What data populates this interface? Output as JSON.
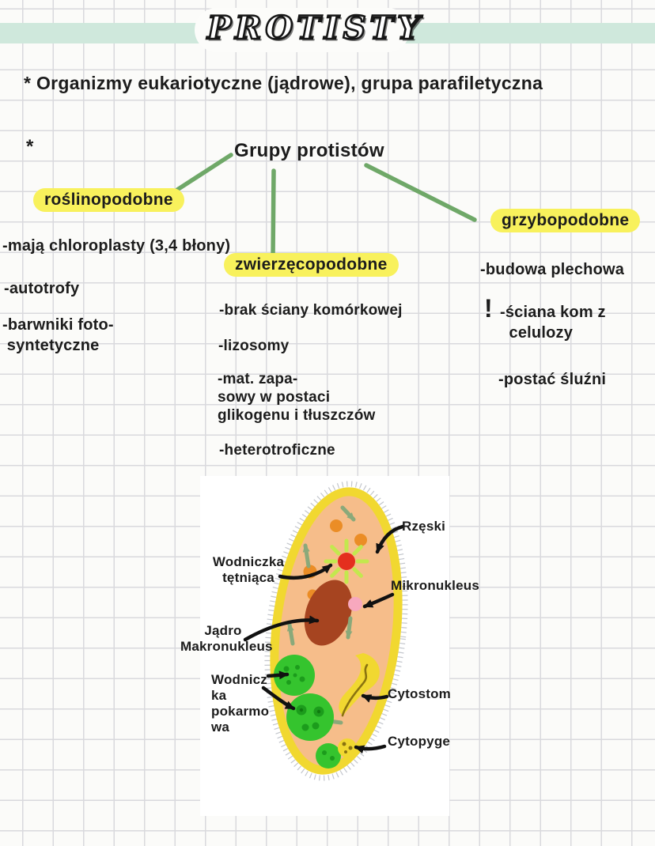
{
  "header": {
    "title": "PROTISTY"
  },
  "intro": {
    "text": "* Organizmy eukariotyczne (jądrowe), grupa parafiletyczna"
  },
  "tree": {
    "star": "*",
    "root_label": "Grupy protistów"
  },
  "groups": {
    "plantlike": {
      "title": "roślinopodobne",
      "items": [
        "-mają chloroplasty (3,4 błony)",
        "-autotrofy",
        "-barwniki foto-\n syntetyczne"
      ]
    },
    "animallike": {
      "title": "zwierzęcopodobne",
      "items": [
        "-brak ściany komórkowej",
        "-lizosomy",
        "-mat. zapa-\nsowy w postaci\nglikogenu i tłuszczów",
        "-heterotroficzne"
      ]
    },
    "funguslike": {
      "title": "grzybopodobne",
      "exclamation": "!",
      "items": [
        "-budowa plechowa",
        "-ściana kom z\n  celulozy",
        "-postać śluźni"
      ]
    }
  },
  "diagram": {
    "subject": "pantofelek (Paramecium)",
    "labels": {
      "cilia": "Rzęski",
      "contractile_vacuole": "Wodniczka\ntętniąca",
      "micronucleus": "Mikronukleus",
      "nucleus": "Jądro\nMakronukleus",
      "food_vacuole": "Wodnicz\nka\npokarmo\nwa",
      "cytostome": "Cytostom",
      "cytopyge": "Cytopyge"
    }
  },
  "colors": {
    "band_mint": "#cfe8dc",
    "highlight_yellow": "#f8f15c",
    "tree_line_green": "#6fa868",
    "membrane_yellow": "#f1d830",
    "body_peach": "#f6bd8a",
    "macronucleus_brown": "#a64420",
    "contractile_red": "#e42f1e",
    "micronucleus_pink": "#f7a8be",
    "food_vacuole_green": "#35c42e",
    "plasma_arrow_sage": "#8aa97a",
    "granule_orange": "#eb8d26",
    "ink": "#1c1c1c"
  }
}
